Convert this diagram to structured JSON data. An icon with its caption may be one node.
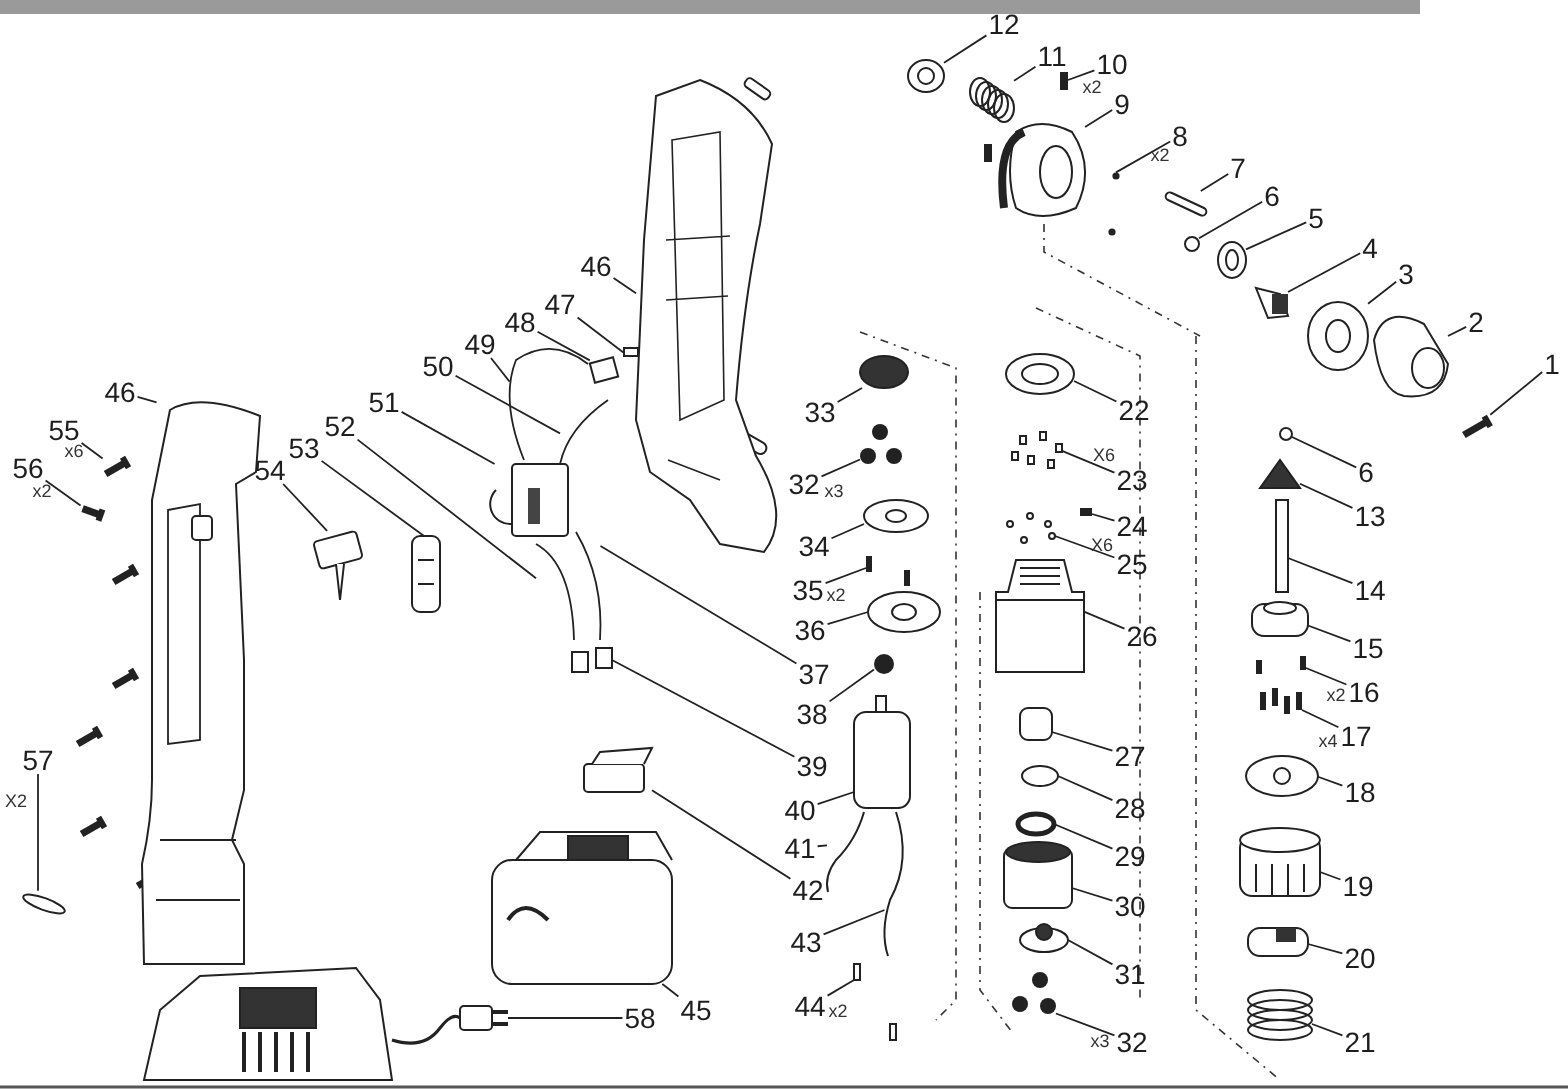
{
  "diagram": {
    "nodes": [
      {
        "text": [
          "12"
        ]
      },
      {
        "text": [
          "11"
        ]
      },
      {
        "text": [
          "10"
        ],
        "beside": [
          "x2"
        ]
      },
      {
        "text": [
          "9"
        ]
      },
      {
        "text": [
          "8"
        ],
        "beside": [
          "x2"
        ]
      },
      {
        "text": [
          "7"
        ]
      },
      {
        "text": [
          "6"
        ]
      },
      {
        "text": [
          "5"
        ]
      },
      {
        "text": [
          "4"
        ]
      },
      {
        "text": [
          "3"
        ]
      },
      {
        "text": [
          "2"
        ]
      },
      {
        "text": [
          "1"
        ]
      },
      {
        "text": [
          "46"
        ]
      },
      {
        "text": [
          "47"
        ]
      },
      {
        "text": [
          "48"
        ]
      },
      {
        "text": [
          "49"
        ]
      },
      {
        "text": [
          "50"
        ]
      },
      {
        "text": [
          "51"
        ]
      },
      {
        "text": [
          "52"
        ]
      },
      {
        "text": [
          "53"
        ]
      },
      {
        "text": [
          "54"
        ]
      },
      {
        "text": [
          "46"
        ]
      },
      {
        "text": [
          "55"
        ],
        "beside": [
          "x6"
        ]
      },
      {
        "text": [
          "56"
        ],
        "beside": [
          "x2"
        ]
      },
      {
        "text": [
          "33"
        ]
      },
      {
        "text": [
          "22"
        ]
      },
      {
        "text": [
          "6"
        ]
      },
      {
        "text": [
          "13"
        ]
      },
      {
        "text": [
          "32"
        ],
        "beside": [
          "x3"
        ]
      },
      {
        "text": [
          "23"
        ],
        "beside": [
          "X6"
        ]
      },
      {
        "text": [
          "24"
        ]
      },
      {
        "text": [
          "34"
        ]
      },
      {
        "text": [
          "25"
        ],
        "beside": [
          "X6"
        ]
      },
      {
        "text": [
          "35"
        ],
        "beside": [
          "x2"
        ]
      },
      {
        "text": [
          "14"
        ]
      },
      {
        "text": [
          "36"
        ]
      },
      {
        "text": [
          "26"
        ]
      },
      {
        "text": [
          "37"
        ]
      },
      {
        "text": [
          "15"
        ]
      },
      {
        "text": [
          "16"
        ],
        "beside": [
          "x2"
        ]
      },
      {
        "text": [
          "17"
        ],
        "beside": [
          "x4"
        ]
      },
      {
        "text": [
          "38"
        ]
      },
      {
        "text": [
          "39"
        ]
      },
      {
        "text": [
          "27"
        ]
      },
      {
        "text": [
          "18"
        ]
      },
      {
        "text": [
          "40"
        ]
      },
      {
        "text": [
          "28"
        ]
      },
      {
        "text": [
          "41"
        ]
      },
      {
        "text": [
          "29"
        ]
      },
      {
        "text": [
          "57"
        ],
        "beside": [
          "X2"
        ]
      },
      {
        "text": [
          "42"
        ]
      },
      {
        "text": [
          "19"
        ]
      },
      {
        "text": [
          "30"
        ]
      },
      {
        "text": [
          "43"
        ]
      },
      {
        "text": [
          "20"
        ]
      },
      {
        "text": [
          "31"
        ]
      },
      {
        "text": [
          "45"
        ]
      },
      {
        "text": [
          "44"
        ],
        "beside": [
          "x2"
        ]
      },
      {
        "text": [
          "58"
        ]
      },
      {
        "text": [
          "32"
        ],
        "beside": [
          "x3"
        ]
      },
      {
        "text": [
          "21"
        ]
      },
      {
        "text": [],
        "shape": "circle"
      },
      {
        "text": [],
        "shape": "picture"
      },
      {
        "text": [],
        "shape": "box"
      },
      {
        "text": [],
        "shape": "picture"
      },
      {
        "text": [],
        "shape": "circle"
      },
      {
        "text": [],
        "shape": "box"
      },
      {
        "text": [],
        "shape": "circle"
      },
      {
        "text": [],
        "shape": "circle"
      },
      {
        "text": [],
        "shape": "picture"
      },
      {
        "text": [],
        "shape": "circle"
      },
      {
        "text": [],
        "shape": "picture"
      },
      {
        "text": [],
        "shape": "box"
      },
      {
        "text": [],
        "shape": "picture"
      },
      {
        "text": [],
        "shape": "box"
      },
      {
        "text": [],
        "shape": "box"
      },
      {
        "text": [],
        "shape": "picture"
      },
      {
        "text": [],
        "shape": "picture"
      },
      {
        "text": [],
        "shape": "picture"
      },
      {
        "text": [],
        "shape": "picture"
      },
      {
        "text": [],
        "shape": "picture"
      },
      {
        "text": [],
        "shape": "box"
      },
      {
        "text": [],
        "shape": "picture"
      },
      {
        "text": [],
        "shape": "box"
      },
      {
        "text": [],
        "shape": "box"
      },
      {
        "text": [],
        "shape": "circle"
      },
      {
        "text": [],
        "shape": "circle"
      },
      {
        "text": [],
        "shape": "circle"
      },
      {
        "text": [],
        "shape": "picture"
      },
      {
        "text": [],
        "shape": "circle"
      },
      {
        "text": [],
        "shape": "box"
      },
      {
        "text": [],
        "shape": "box"
      },
      {
        "text": [],
        "shape": "circle"
      },
      {
        "text": [],
        "shape": "circle"
      },
      {
        "text": [],
        "shape": "box"
      },
      {
        "text": [],
        "shape": "box"
      },
      {
        "text": [],
        "shape": "circle"
      },
      {
        "text": [],
        "shape": "picture"
      },
      {
        "text": [],
        "shape": "picture"
      },
      {
        "text": [],
        "shape": "cylinder"
      },
      {
        "text": [],
        "shape": "box"
      },
      {
        "text": [],
        "shape": "box"
      },
      {
        "text": [],
        "shape": "circle"
      },
      {
        "text": [],
        "shape": "box"
      },
      {
        "text": [],
        "shape": "cylinder"
      },
      {
        "text": [],
        "shape": "circle"
      },
      {
        "text": [],
        "shape": "cylinder"
      },
      {
        "text": [],
        "shape": "circle"
      },
      {
        "text": [],
        "shape": "picture"
      },
      {
        "text": [],
        "shape": "circle"
      },
      {
        "text": [],
        "shape": "circle"
      },
      {
        "text": [],
        "shape": "box"
      },
      {
        "text": [],
        "shape": "cylinder"
      },
      {
        "text": [],
        "shape": "cylinder"
      },
      {
        "text": [],
        "shape": "picture"
      },
      {
        "text": [],
        "shape": "cylinder"
      },
      {
        "text": [],
        "shape": "circle"
      },
      {
        "text": [],
        "shape": "picture"
      },
      {
        "text": [],
        "shape": "box"
      },
      {
        "text": [],
        "shape": "box"
      },
      {
        "text": [],
        "shape": "circle"
      },
      {
        "text": [],
        "shape": "picture"
      }
    ],
    "edges": [
      {
        "from": 0,
        "to": 61,
        "arrow": "none"
      },
      {
        "from": 1,
        "to": 62,
        "arrow": "none"
      },
      {
        "from": 2,
        "to": 63,
        "arrow": "none"
      },
      {
        "from": 3,
        "to": 64,
        "arrow": "none"
      },
      {
        "from": 4,
        "to": 65,
        "arrow": "none"
      },
      {
        "from": 5,
        "to": 66,
        "arrow": "none"
      },
      {
        "from": 6,
        "to": 67,
        "arrow": "none"
      },
      {
        "from": 7,
        "to": 68,
        "arrow": "none"
      },
      {
        "from": 8,
        "to": 69,
        "arrow": "none"
      },
      {
        "from": 9,
        "to": 70,
        "arrow": "none"
      },
      {
        "from": 10,
        "to": 71,
        "arrow": "none"
      },
      {
        "from": 11,
        "to": 72,
        "arrow": "none"
      },
      {
        "from": 12,
        "to": 73,
        "arrow": "none"
      },
      {
        "from": 13,
        "to": 74,
        "arrow": "none"
      },
      {
        "from": 14,
        "to": 75,
        "arrow": "none"
      },
      {
        "from": 15,
        "to": 76,
        "arrow": "none"
      },
      {
        "from": 16,
        "to": 77,
        "arrow": "none"
      },
      {
        "from": 17,
        "to": 78,
        "arrow": "none"
      },
      {
        "from": 18,
        "to": 79,
        "arrow": "none"
      },
      {
        "from": 19,
        "to": 80,
        "arrow": "none"
      },
      {
        "from": 20,
        "to": 81,
        "arrow": "none"
      },
      {
        "from": 21,
        "to": 82,
        "arrow": "none"
      },
      {
        "from": 22,
        "to": 83,
        "arrow": "none"
      },
      {
        "from": 23,
        "to": 84,
        "arrow": "none"
      },
      {
        "from": 24,
        "to": 85,
        "arrow": "none"
      },
      {
        "from": 25,
        "to": 86,
        "arrow": "none"
      },
      {
        "from": 26,
        "to": 87,
        "arrow": "none"
      },
      {
        "from": 27,
        "to": 88,
        "arrow": "none"
      },
      {
        "from": 28,
        "to": 89,
        "arrow": "none"
      },
      {
        "from": 29,
        "to": 90,
        "arrow": "none"
      },
      {
        "from": 30,
        "to": 91,
        "arrow": "none"
      },
      {
        "from": 31,
        "to": 92,
        "arrow": "none"
      },
      {
        "from": 32,
        "to": 93,
        "arrow": "none"
      },
      {
        "from": 33,
        "to": 94,
        "arrow": "none"
      },
      {
        "from": 34,
        "to": 95,
        "arrow": "none"
      },
      {
        "from": 35,
        "to": 96,
        "arrow": "none"
      },
      {
        "from": 36,
        "to": 97,
        "arrow": "none"
      },
      {
        "from": 37,
        "to": 98,
        "arrow": "none"
      },
      {
        "from": 38,
        "to": 99,
        "arrow": "none"
      },
      {
        "from": 39,
        "to": 100,
        "arrow": "none"
      },
      {
        "from": 40,
        "to": 101,
        "arrow": "none"
      },
      {
        "from": 41,
        "to": 102,
        "arrow": "none"
      },
      {
        "from": 42,
        "to": 103,
        "arrow": "none"
      },
      {
        "from": 43,
        "to": 104,
        "arrow": "none"
      },
      {
        "from": 44,
        "to": 105,
        "arrow": "none"
      },
      {
        "from": 45,
        "to": 106,
        "arrow": "none"
      },
      {
        "from": 46,
        "to": 107,
        "arrow": "none"
      },
      {
        "from": 47,
        "to": 108,
        "arrow": "none"
      },
      {
        "from": 48,
        "to": 109,
        "arrow": "none"
      },
      {
        "from": 49,
        "to": 110,
        "arrow": "none"
      },
      {
        "from": 50,
        "to": 111,
        "arrow": "none"
      },
      {
        "from": 51,
        "to": 112,
        "arrow": "none"
      },
      {
        "from": 52,
        "to": 113,
        "arrow": "none"
      },
      {
        "from": 53,
        "to": 114,
        "arrow": "none"
      },
      {
        "from": 54,
        "to": 115,
        "arrow": "none"
      },
      {
        "from": 55,
        "to": 116,
        "arrow": "none"
      },
      {
        "from": 56,
        "to": 117,
        "arrow": "none"
      },
      {
        "from": 57,
        "to": 118,
        "arrow": "none"
      },
      {
        "from": 58,
        "to": 119,
        "arrow": "none"
      },
      {
        "from": 59,
        "to": 120,
        "arrow": "none"
      },
      {
        "from": 60,
        "to": 121,
        "arrow": "none"
      }
    ]
  }
}
